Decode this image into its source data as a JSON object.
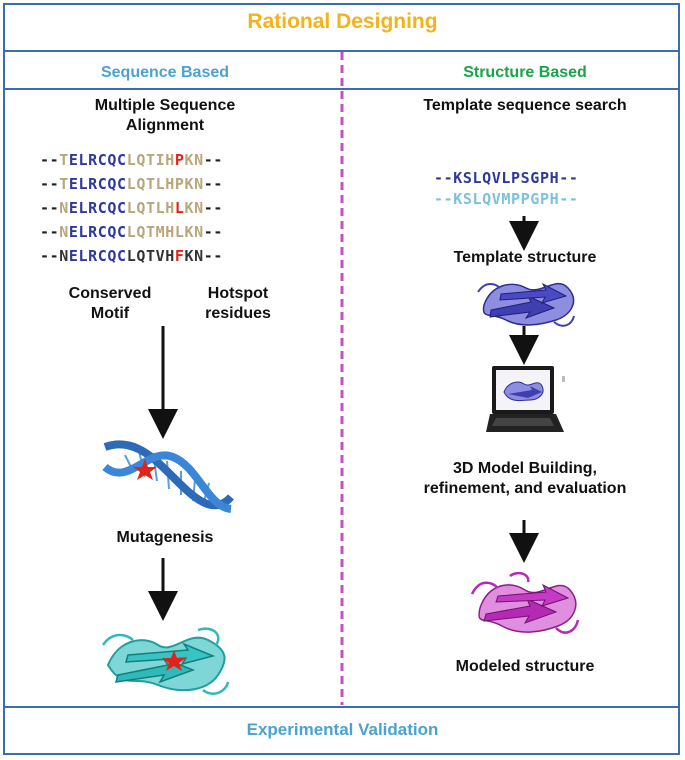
{
  "title": "Rational Designing",
  "footer": "Experimental Validation",
  "colors": {
    "border": "#3b6db3",
    "title": "#f2b31b",
    "sequence_heading": "#4aa3cf",
    "structure_heading": "#1aa34a",
    "divider": "#c64fc6",
    "conserved": "#2e3a9a",
    "variable": "#b7a77a",
    "hotspot": "#e2231a",
    "template_protein": "#3f3fb0",
    "modeled_protein": "#b52ab5",
    "mutant_protein": "#2fb9b9"
  },
  "left": {
    "heading": "Sequence Based",
    "msa_label": "Multiple Sequence Alignment",
    "alignment": [
      [
        {
          "t": "--",
          "c": "dash"
        },
        {
          "t": "T",
          "c": "c-tan"
        },
        {
          "t": "ELRCQC",
          "c": "c-blue"
        },
        {
          "t": "LQTIH",
          "c": "c-tan"
        },
        {
          "t": "P",
          "c": "c-red"
        },
        {
          "t": "KN",
          "c": "c-tan"
        },
        {
          "t": "--",
          "c": "dash"
        }
      ],
      [
        {
          "t": "--",
          "c": "dash"
        },
        {
          "t": "T",
          "c": "c-tan"
        },
        {
          "t": "ELRCQC",
          "c": "c-blue"
        },
        {
          "t": "LQTLHPKN",
          "c": "c-tan"
        },
        {
          "t": "--",
          "c": "dash"
        }
      ],
      [
        {
          "t": "--",
          "c": "dash"
        },
        {
          "t": "N",
          "c": "c-tan"
        },
        {
          "t": "ELRCQC",
          "c": "c-blue"
        },
        {
          "t": "LQTLH",
          "c": "c-tan"
        },
        {
          "t": "L",
          "c": "c-red"
        },
        {
          "t": "KN",
          "c": "c-tan"
        },
        {
          "t": "--",
          "c": "dash"
        }
      ],
      [
        {
          "t": "--",
          "c": "dash"
        },
        {
          "t": "N",
          "c": "c-tan"
        },
        {
          "t": "ELRCQC",
          "c": "c-blue"
        },
        {
          "t": "LQTMHLKN",
          "c": "c-tan"
        },
        {
          "t": "--",
          "c": "dash"
        }
      ],
      [
        {
          "t": "--",
          "c": "dash"
        },
        {
          "t": "N",
          "c": "c-dark"
        },
        {
          "t": "ELRCQC",
          "c": "c-blue"
        },
        {
          "t": "LQTVH",
          "c": "c-dark"
        },
        {
          "t": "F",
          "c": "c-red"
        },
        {
          "t": "KN",
          "c": "c-dark"
        },
        {
          "t": "--",
          "c": "dash"
        }
      ]
    ],
    "conserved_label": "Conserved Motif",
    "hotspot_label": "Hotspot residues",
    "mutagenesis_label": "Mutagenesis"
  },
  "right": {
    "heading": "Structure Based",
    "search_label": "Template sequence search",
    "sequences": [
      {
        "text": "--KSLQVLPSGPH--",
        "c": "s-dark"
      },
      {
        "text": "--KSLQVMPPGPH--",
        "c": "s-light"
      }
    ],
    "template_label": "Template structure",
    "build_label": "3D Model Building, refinement, and evaluation",
    "modeled_label": "Modeled structure"
  }
}
